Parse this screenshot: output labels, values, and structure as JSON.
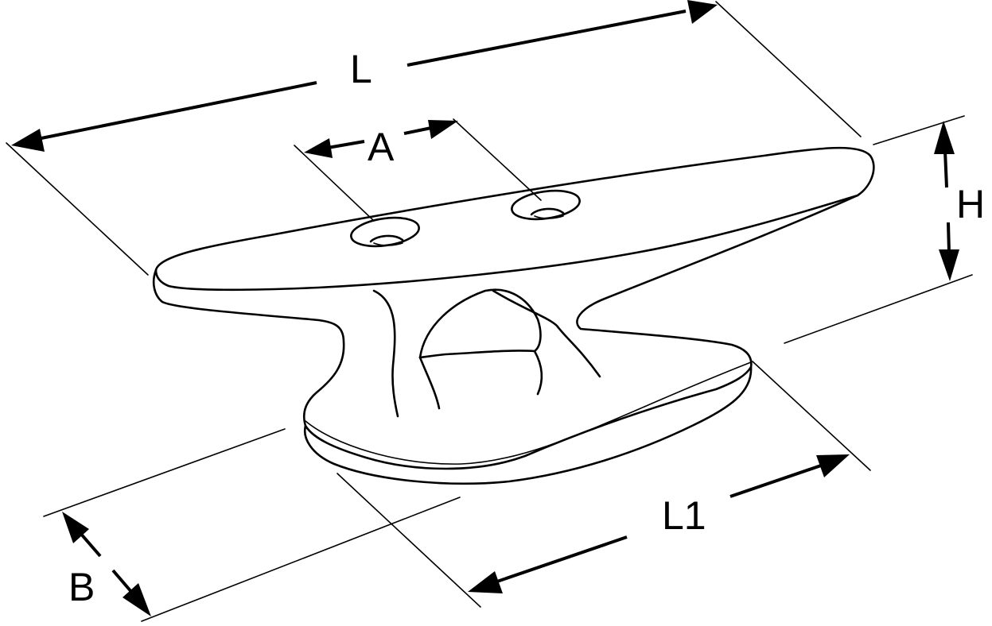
{
  "diagram": {
    "labels": {
      "L": "L",
      "A": "A",
      "H": "H",
      "B": "B",
      "L1": "L1"
    },
    "colors": {
      "ink": "#000000",
      "background": "#ffffff"
    }
  }
}
